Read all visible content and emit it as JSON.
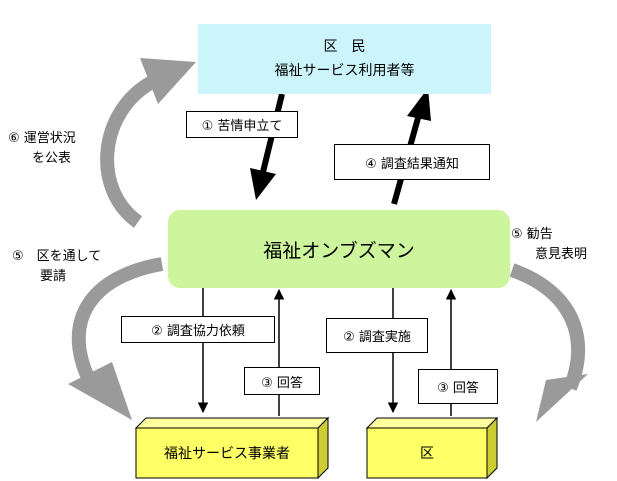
{
  "resident_box": {
    "line1": "区　民",
    "line2": "福祉サービス利用者等"
  },
  "ombudsman_box": {
    "label": "福祉オンブズマン"
  },
  "business_box": {
    "label": "福祉サービス事業者"
  },
  "ward_box": {
    "label": "区"
  },
  "flows": {
    "step1": "①  苦情申立て",
    "step4": "④  調査結果通知",
    "step2_coop": "②  調査協力依頼",
    "step3_business": "③  回答",
    "step2_exec": "②  調査実施",
    "step3_ward": "③  回答"
  },
  "notes": {
    "step6": [
      "⑥  運営状況",
      "を公表"
    ],
    "step5_left": [
      "⑤　区を通して",
      "要請"
    ],
    "step5_right": [
      "⑤  勧告",
      "意見表明"
    ]
  },
  "colors": {
    "resident_fill": "#ccf5fb",
    "ombudsman_fill": "#ccf59e",
    "entity_fill": "#ffff66",
    "curved_arrow": "#9a9a9a"
  }
}
